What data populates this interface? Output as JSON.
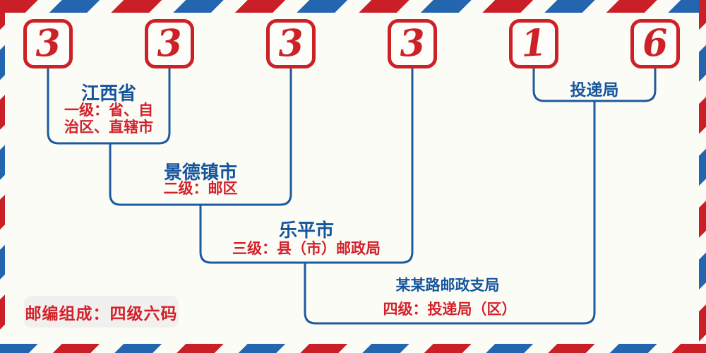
{
  "diagram": {
    "postal_digits": [
      "3",
      "3",
      "3",
      "3",
      "1",
      "6"
    ],
    "levels": [
      {
        "name": "江西省",
        "description_line1": "一级：省、自",
        "description_line2": "治区、直辖市"
      },
      {
        "name": "景德镇市",
        "description": "二级：邮区"
      },
      {
        "name": "乐平市",
        "description": "三级：县（市）邮政局"
      },
      {
        "name": "某某路邮政支局",
        "description": "四级：投递局（区）"
      },
      {
        "name": "投递局"
      }
    ],
    "footer_badge": "邮编组成：四级六码",
    "colors": {
      "accent_red": "#cc2127",
      "accent_blue": "#1d5a9e",
      "text_blue": "#15559b",
      "text_red": "#d2212b",
      "stripe_red": "#cb1f27",
      "stripe_blue": "#2365ae",
      "badge_background": "#f2f0ee",
      "page_background": "#fcfcf7"
    }
  }
}
